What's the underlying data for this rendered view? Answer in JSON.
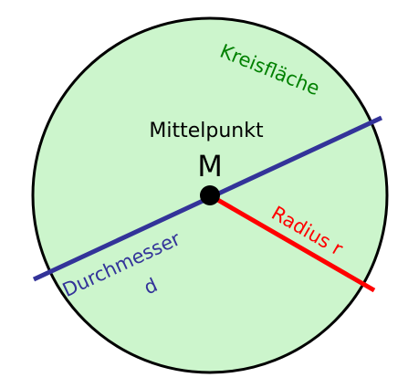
{
  "diagram": {
    "labels": {
      "area": "Kreisfläche",
      "center": "Mittelpunkt",
      "center_symbol": "M",
      "radius": "Radius r",
      "diameter": "Durchmesser",
      "diameter_symbol": "d"
    },
    "colors": {
      "fill": "#ccf5cc",
      "outline": "#000000",
      "diameter": "#333399",
      "radius": "#ff0000",
      "area_text": "#008000",
      "center_point": "#000000"
    }
  }
}
